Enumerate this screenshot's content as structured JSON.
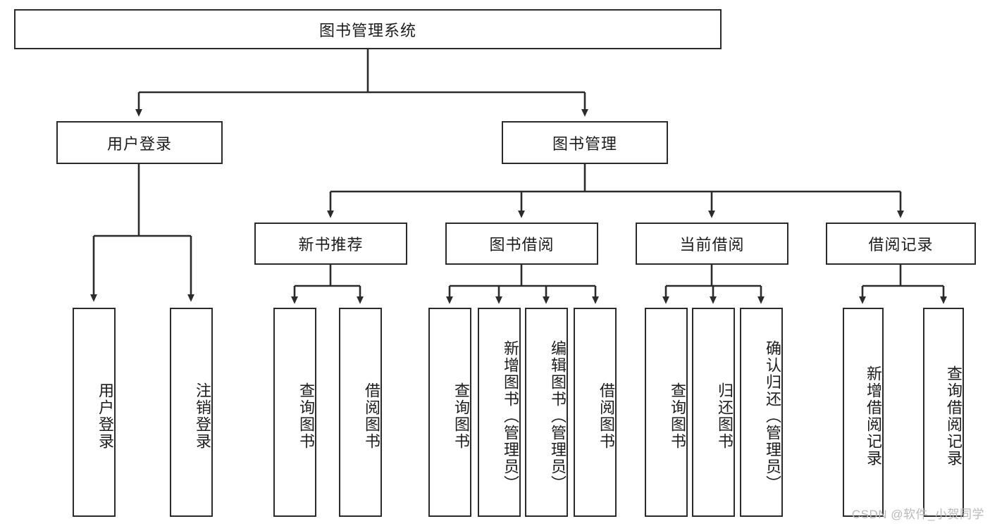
{
  "diagram": {
    "title": "图书管理系统",
    "type": "tree",
    "root": {
      "label": "图书管理系统"
    },
    "level2": [
      {
        "label": "用户登录"
      },
      {
        "label": "图书管理"
      }
    ],
    "level3": [
      {
        "label": "新书推荐"
      },
      {
        "label": "图书借阅"
      },
      {
        "label": "当前借阅"
      },
      {
        "label": "借阅记录"
      }
    ],
    "leaves": {
      "user_login": [
        {
          "label": "用户登录"
        },
        {
          "label": "注销登录"
        }
      ],
      "new_book": [
        {
          "label": "查询图书"
        },
        {
          "label": "借阅图书"
        }
      ],
      "book_borrow": [
        {
          "label": "查询图书"
        },
        {
          "label": "新增图书（管理员）"
        },
        {
          "label": "编辑图书（管理员）"
        },
        {
          "label": "借阅图书"
        }
      ],
      "current_borrow": [
        {
          "label": "查询图书"
        },
        {
          "label": "归还图书"
        },
        {
          "label": "确认归还（管理员）"
        }
      ],
      "borrow_record": [
        {
          "label": "新增借阅记录"
        },
        {
          "label": "查询借阅记录"
        }
      ]
    }
  },
  "watermark": {
    "text": "CSDN @软件_小贺同学"
  },
  "colors": {
    "border": "#2b2b2b",
    "background": "#ffffff",
    "text": "#1c1c1c",
    "watermark": "#b9b9b9"
  }
}
